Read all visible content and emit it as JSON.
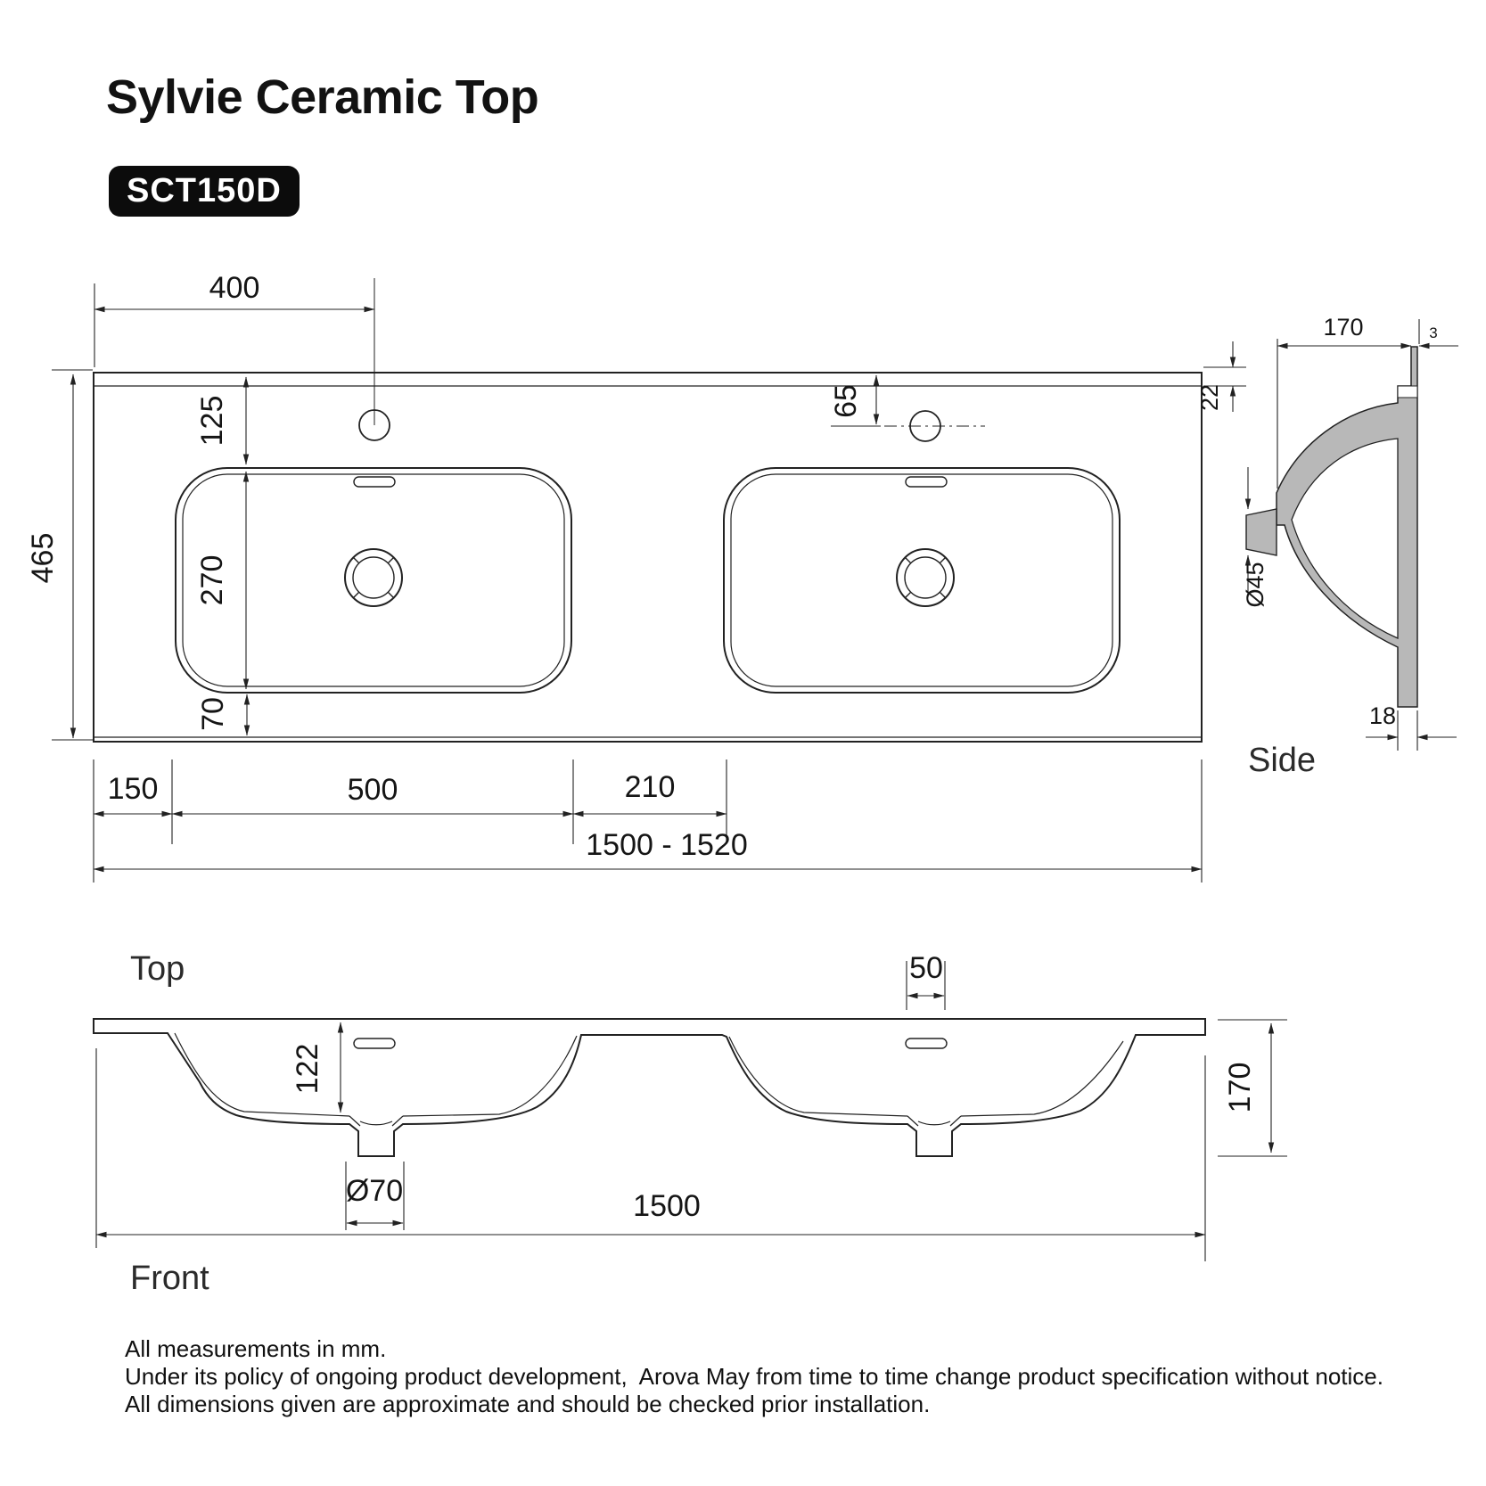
{
  "title": "Sylvie Ceramic Top",
  "model": "SCT150D",
  "views": {
    "top": {
      "label": "Top",
      "dims": {
        "tap_offset_x": "400",
        "rim_to_basin": "125",
        "basin_depth": "270",
        "basin_to_front": "70",
        "overall_depth": "465",
        "hole_offset_y": "65",
        "left_margin": "150",
        "basin_width": "500",
        "basin_gap": "210",
        "overall_width": "1500 - 1520"
      }
    },
    "side": {
      "label": "Side",
      "dims": {
        "depth": "170",
        "lip": "3",
        "edge_thickness": "22",
        "drain_diameter": "Ø45",
        "wall_thickness": "18"
      }
    },
    "front": {
      "label": "Front",
      "dims": {
        "slot_width": "50",
        "bowl_depth": "122",
        "drain_diameter": "Ø70",
        "overall_width": "1500",
        "overall_height": "170"
      }
    }
  },
  "notes": [
    "All measurements in mm.",
    "Under its policy of ongoing product development,  Arova May from time to time change product specification without notice.",
    "All dimensions given are approximate and should be checked prior installation."
  ],
  "colors": {
    "line": "#222222",
    "section_fill": "#b8b8b8",
    "badge_bg": "#0c0c0c",
    "badge_text": "#ffffff"
  }
}
